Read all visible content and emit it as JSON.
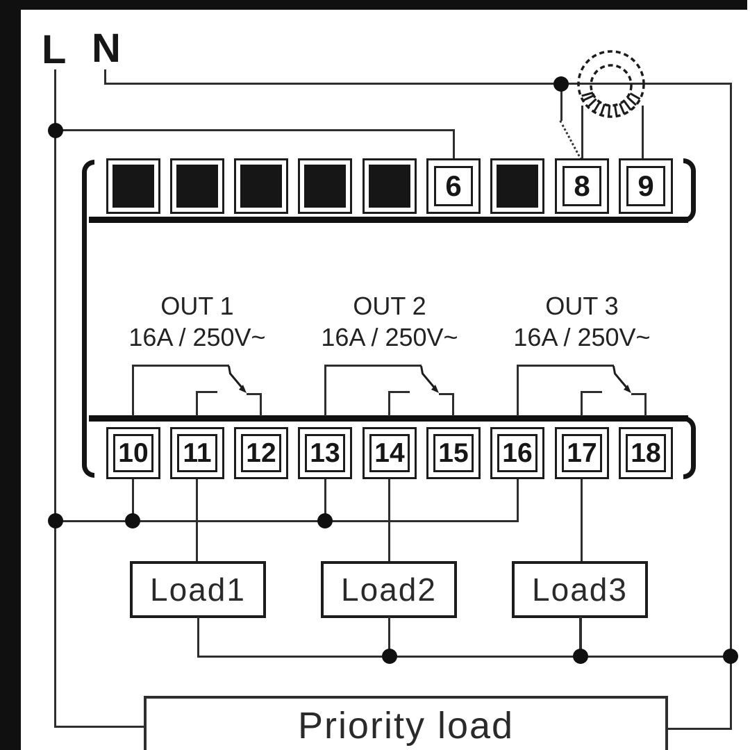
{
  "labels": {
    "line": "L",
    "neutral": "N"
  },
  "top_terminals": [
    {
      "type": "filled",
      "label": ""
    },
    {
      "type": "filled",
      "label": ""
    },
    {
      "type": "filled",
      "label": ""
    },
    {
      "type": "filled",
      "label": ""
    },
    {
      "type": "filled",
      "label": ""
    },
    {
      "type": "labeled",
      "label": "6"
    },
    {
      "type": "filled",
      "label": ""
    },
    {
      "type": "labeled",
      "label": "8"
    },
    {
      "type": "labeled",
      "label": "9"
    }
  ],
  "bottom_terminals": [
    {
      "label": "10"
    },
    {
      "label": "11"
    },
    {
      "label": "12"
    },
    {
      "label": "13"
    },
    {
      "label": "14"
    },
    {
      "label": "15"
    },
    {
      "label": "16"
    },
    {
      "label": "17"
    },
    {
      "label": "18"
    }
  ],
  "outputs": [
    {
      "name": "OUT 1",
      "rating": "16A / 250V~"
    },
    {
      "name": "OUT 2",
      "rating": "16A / 250V~"
    },
    {
      "name": "OUT 3",
      "rating": "16A / 250V~"
    }
  ],
  "loads": [
    {
      "label": "Load1"
    },
    {
      "label": "Load2"
    },
    {
      "label": "Load3"
    }
  ],
  "priority": {
    "label": "Priority load"
  },
  "icons": {
    "current_transformer": "current-transformer-icon"
  },
  "colors": {
    "wire": "#2e2e2e",
    "solid": "#101010",
    "background": "#ffffff"
  }
}
